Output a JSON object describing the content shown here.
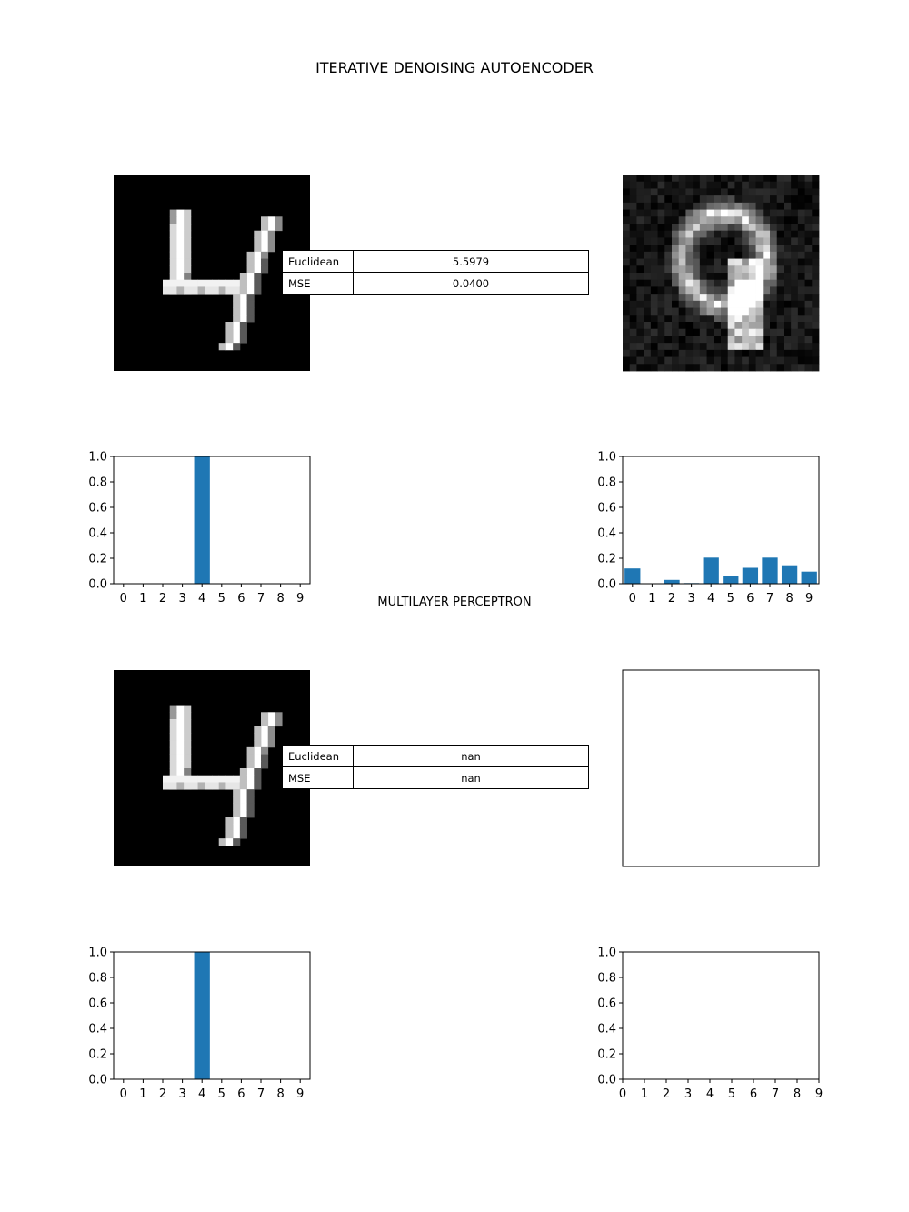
{
  "titles": {
    "section_1": "ITERATIVE DENOISING AUTOENCODER",
    "section_2": "MULTILAYER PERCEPTRON"
  },
  "tables": {
    "autoencoder": [
      {
        "label": "Euclidean",
        "value": "5.5979"
      },
      {
        "label": "MSE",
        "value": "0.0400"
      }
    ],
    "mlp": [
      {
        "label": "Euclidean",
        "value": "nan"
      },
      {
        "label": "MSE",
        "value": "nan"
      }
    ]
  },
  "colors": {
    "bar": "#1f77b4",
    "image_bg": "#000000",
    "pixel": "#ffffff"
  },
  "chart_data": [
    {
      "type": "bar",
      "panel": "autoencoder-input-distribution",
      "categories": [
        "0",
        "1",
        "2",
        "3",
        "4",
        "5",
        "6",
        "7",
        "8",
        "9"
      ],
      "values": [
        0,
        0,
        0,
        0,
        1.0,
        0,
        0,
        0,
        0,
        0
      ],
      "ylim": [
        0,
        1.0
      ],
      "yticks": [
        "0.0",
        "0.2",
        "0.4",
        "0.6",
        "0.8",
        "1.0"
      ],
      "title": "",
      "xlabel": "",
      "ylabel": ""
    },
    {
      "type": "bar",
      "panel": "autoencoder-output-distribution",
      "categories": [
        "0",
        "1",
        "2",
        "3",
        "4",
        "5",
        "6",
        "7",
        "8",
        "9"
      ],
      "values": [
        0.12,
        0.0,
        0.03,
        0.005,
        0.205,
        0.06,
        0.125,
        0.205,
        0.145,
        0.095
      ],
      "ylim": [
        0,
        1.0
      ],
      "yticks": [
        "0.0",
        "0.2",
        "0.4",
        "0.6",
        "0.8",
        "1.0"
      ],
      "title": "",
      "xlabel": "",
      "ylabel": ""
    },
    {
      "type": "bar",
      "panel": "mlp-input-distribution",
      "categories": [
        "0",
        "1",
        "2",
        "3",
        "4",
        "5",
        "6",
        "7",
        "8",
        "9"
      ],
      "values": [
        0,
        0,
        0,
        0,
        1.0,
        0,
        0,
        0,
        0,
        0
      ],
      "ylim": [
        0,
        1.0
      ],
      "yticks": [
        "0.0",
        "0.2",
        "0.4",
        "0.6",
        "0.8",
        "1.0"
      ],
      "title": "",
      "xlabel": "",
      "ylabel": ""
    },
    {
      "type": "bar",
      "panel": "mlp-output-distribution",
      "categories": [],
      "values": [],
      "xlim": [
        0,
        9
      ],
      "xticks": [
        "0",
        "1",
        "2",
        "3",
        "4",
        "5",
        "6",
        "7",
        "8",
        "9"
      ],
      "ylim": [
        0,
        1.0
      ],
      "yticks": [
        "0.0",
        "0.2",
        "0.4",
        "0.6",
        "0.8",
        "1.0"
      ],
      "title": "",
      "xlabel": "",
      "ylabel": ""
    }
  ]
}
